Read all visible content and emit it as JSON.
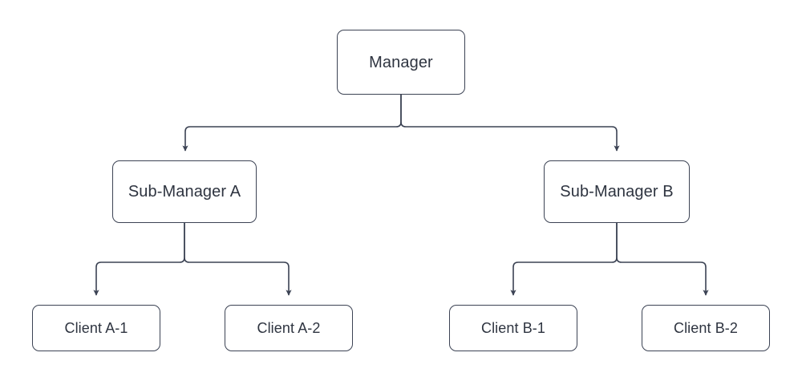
{
  "diagram": {
    "type": "org-chart",
    "title": "",
    "background_color": "#ffffff",
    "node_fill": "#ffffff",
    "node_stroke": "#3c4354",
    "edge_stroke": "#3c4354",
    "text_color": "#2e3440",
    "nodes": [
      {
        "id": "manager",
        "label": "Manager",
        "level": 0
      },
      {
        "id": "sub_a",
        "label": "Sub-Manager A",
        "level": 1
      },
      {
        "id": "sub_b",
        "label": "Sub-Manager B",
        "level": 1
      },
      {
        "id": "client_a1",
        "label": "Client A-1",
        "level": 2
      },
      {
        "id": "client_a2",
        "label": "Client A-2",
        "level": 2
      },
      {
        "id": "client_b1",
        "label": "Client B-1",
        "level": 2
      },
      {
        "id": "client_b2",
        "label": "Client B-2",
        "level": 2
      }
    ],
    "edges": [
      {
        "from": "manager",
        "to": "sub_a",
        "arrow": "to"
      },
      {
        "from": "manager",
        "to": "sub_b",
        "arrow": "to"
      },
      {
        "from": "sub_a",
        "to": "client_a1",
        "arrow": "to"
      },
      {
        "from": "sub_a",
        "to": "client_a2",
        "arrow": "to"
      },
      {
        "from": "sub_b",
        "to": "client_b1",
        "arrow": "to"
      },
      {
        "from": "sub_b",
        "to": "client_b2",
        "arrow": "to"
      }
    ]
  }
}
